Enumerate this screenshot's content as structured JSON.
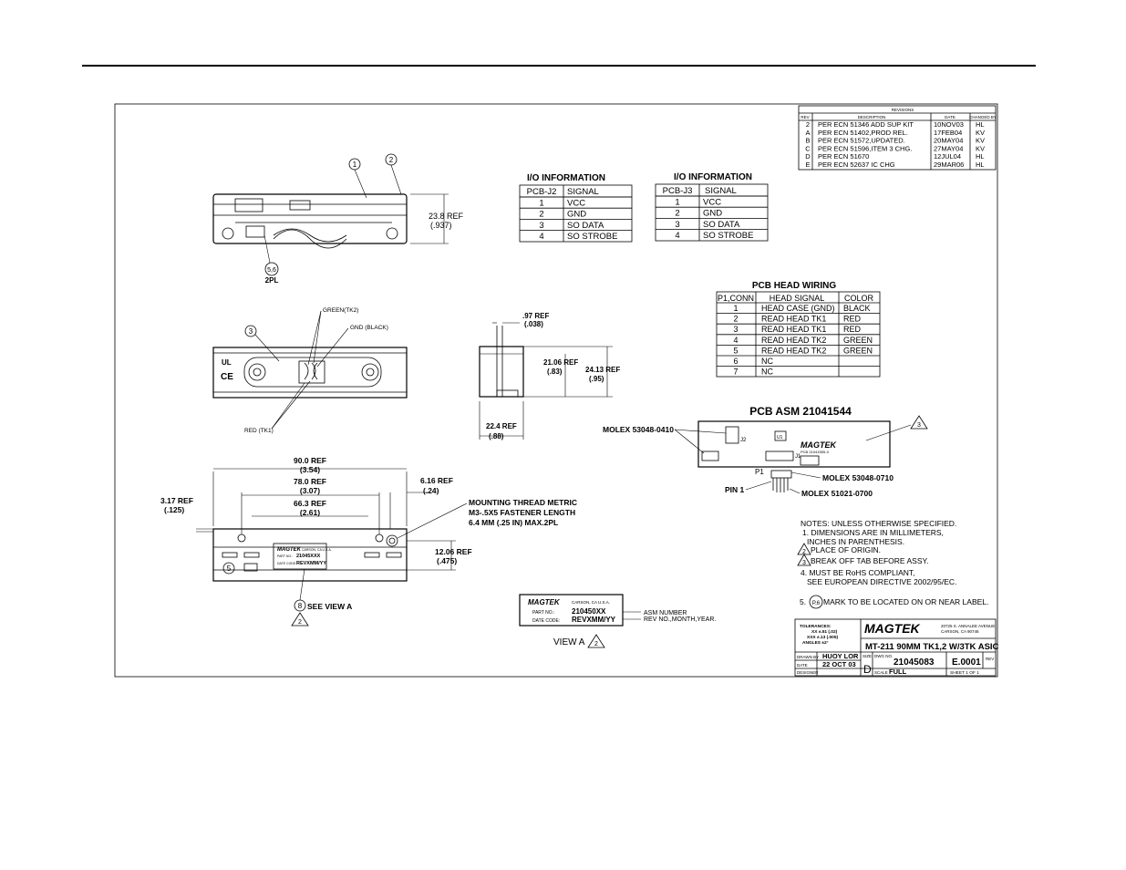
{
  "revisions": {
    "title": "REVISIONS",
    "headers": [
      "REV",
      "DESCRIPTION",
      "DATE",
      "CHANGED BY"
    ],
    "rows": [
      [
        "2",
        "PER ECN 51346 ADD SUP KIT",
        "10NOV03",
        "HL"
      ],
      [
        "A",
        "PER ECN 51402,PROD REL.",
        "17FEB04",
        "KV"
      ],
      [
        "B",
        "PER ECN 51572,UPDATED.",
        "20MAY04",
        "KV"
      ],
      [
        "C",
        "PER ECN 51596,ITEM 3 CHG.",
        "27MAY04",
        "KV"
      ],
      [
        "D",
        "PER ECN 51670",
        "12JUL04",
        "HL"
      ],
      [
        "E",
        "PER ECN 52637 IC CHG",
        "29MAR06",
        "HL"
      ]
    ]
  },
  "io_j2": {
    "title": "I/O INFORMATION",
    "headers": [
      "PCB-J2",
      "SIGNAL"
    ],
    "rows": [
      [
        "1",
        "VCC"
      ],
      [
        "2",
        "GND"
      ],
      [
        "3",
        "SO DATA"
      ],
      [
        "4",
        "SO STROBE"
      ]
    ]
  },
  "io_j3": {
    "title": "I/O INFORMATION",
    "headers": [
      "PCB-J3",
      "SIGNAL"
    ],
    "rows": [
      [
        "1",
        "VCC"
      ],
      [
        "2",
        "GND"
      ],
      [
        "3",
        "SO DATA"
      ],
      [
        "4",
        "SO STROBE"
      ]
    ]
  },
  "head_wiring": {
    "title": "PCB HEAD WIRING",
    "headers": [
      "P1,CONN",
      "HEAD SIGNAL",
      "COLOR"
    ],
    "rows": [
      [
        "1",
        "HEAD CASE (GND)",
        "BLACK"
      ],
      [
        "2",
        "READ HEAD TK1",
        "RED"
      ],
      [
        "3",
        "READ HEAD TK1",
        "RED"
      ],
      [
        "4",
        "READ HEAD TK2",
        "GREEN"
      ],
      [
        "5",
        "READ HEAD TK2",
        "GREEN"
      ],
      [
        "6",
        "NC",
        ""
      ],
      [
        "7",
        "NC",
        ""
      ]
    ]
  },
  "pcb": {
    "title": "PCB ASM 21041544",
    "molex_j2": "MOLEX 53048-0410",
    "molex_j1": "MOLEX 53048-0710",
    "molex_p1": "MOLEX 51021-0700",
    "pin1": "PIN 1",
    "logo": "MAGTEK",
    "board_text": "PCB 21041555-X",
    "ref_j2": "J2",
    "ref_j1": "J1",
    "ref_u1": "U1",
    "ref_p1": "P1",
    "balloon": "3"
  },
  "top_view": {
    "balloon1": "1",
    "balloon2": "2",
    "balloon56": "5,6",
    "pl": "2PL",
    "dim_ref": "23.8 REF",
    "dim_in": "(.937)"
  },
  "head_view": {
    "balloon3": "3",
    "green": "GREEN(TK2)",
    "gnd": "GND (BLACK)",
    "red": "RED (TK1)",
    "ul": "UL",
    "ce": "CE"
  },
  "side_view": {
    "d97": ".97 REF",
    "d038": "(.038)",
    "d2106": "21.06 REF",
    "d083": "(.83)",
    "d2413": "24.13 REF",
    "d095": "(.95)",
    "d224": "22.4 REF",
    "d088": "(.88)"
  },
  "bottom_view": {
    "d90": "90.0 REF",
    "d354": "(3.54)",
    "d78": "78.0 REF",
    "d307": "(3.07)",
    "d663": "66.3 REF",
    "d261": "(2.61)",
    "d317": "3.17 REF",
    "d0125": "(.125)",
    "d616": "6.16 REF",
    "d024": "(.24)",
    "d1206": "12.06 REF",
    "d0475": "(.475)",
    "thread1": "MOUNTING THREAD METRIC",
    "thread2": "M3-.5X5 FASTENER LENGTH",
    "thread3": "6.4 MM (.25 IN) MAX.2PL",
    "see_view": "SEE VIEW A",
    "balloon8": "8",
    "balloon5": "5",
    "tri2": "2",
    "label_logo": "MAGTEK",
    "label_city": "CARSON, CA U.S.A.",
    "label_part_lbl": "PART NO.:",
    "label_part": "21045XXX",
    "label_date_lbl": "DATE CODE:",
    "label_date": "REVXMM/YY"
  },
  "view_a": {
    "logo": "MAGTEK",
    "city": "CARSON, CA U.S.A.",
    "part_lbl": "PART NO.:",
    "part": "210450XX",
    "date_lbl": "DATE CODE:",
    "date": "REVXMM/YY",
    "asm": "ASM NUMBER",
    "rev": "REV NO.,MONTH,YEAR.",
    "caption": "VIEW A",
    "tri": "2"
  },
  "notes": {
    "header": "NOTES: UNLESS OTHERWISE SPECIFIED.",
    "n1a": "1. DIMENSIONS ARE IN MILLIMETERS,",
    "n1b": "INCHES IN PARENTHESIS.",
    "n2": "PLACE OF ORIGIN.",
    "n2num": "2",
    "n3": "BREAK OFF TAB BEFORE ASSY.",
    "n3num": "3",
    "n4a": "4. MUST BE RoHS COMPLIANT,",
    "n4b": "SEE EUROPEAN DIRECTIVE 2002/95/EC.",
    "n5num": "5.",
    "n5balloon": "P,6",
    "n5": "MARK TO BE LOCATED ON OR NEAR LABEL."
  },
  "title_block": {
    "tol1": "TOLERANCES:",
    "tol2": "XX ±.51 (.02)",
    "tol3": "XXX ±.13 (.005)",
    "tol4": "ANGLES ±2°",
    "logo": "MAGTEK",
    "addr1": "20725 S. ANNALEE AVENUE",
    "addr2": "CARSON, CA 90746",
    "title": "MT-211 90MM TK1,2 W/3TK ASIC",
    "drawn_lbl": "DRAWN BY",
    "drawn": "HUOY LOR",
    "date_lbl": "DATE",
    "date": "22 OCT 03",
    "designer_lbl": "DESIGNER",
    "size_lbl": "SIZE",
    "size": "D",
    "dwg_lbl": "DWG NO.",
    "dwg": "21045083",
    "rev_code": "E.0001",
    "rev_lbl": "REV",
    "scale_lbl": "SCALE",
    "scale": "FULL",
    "sheet": "SHEET 1 OF 1"
  }
}
